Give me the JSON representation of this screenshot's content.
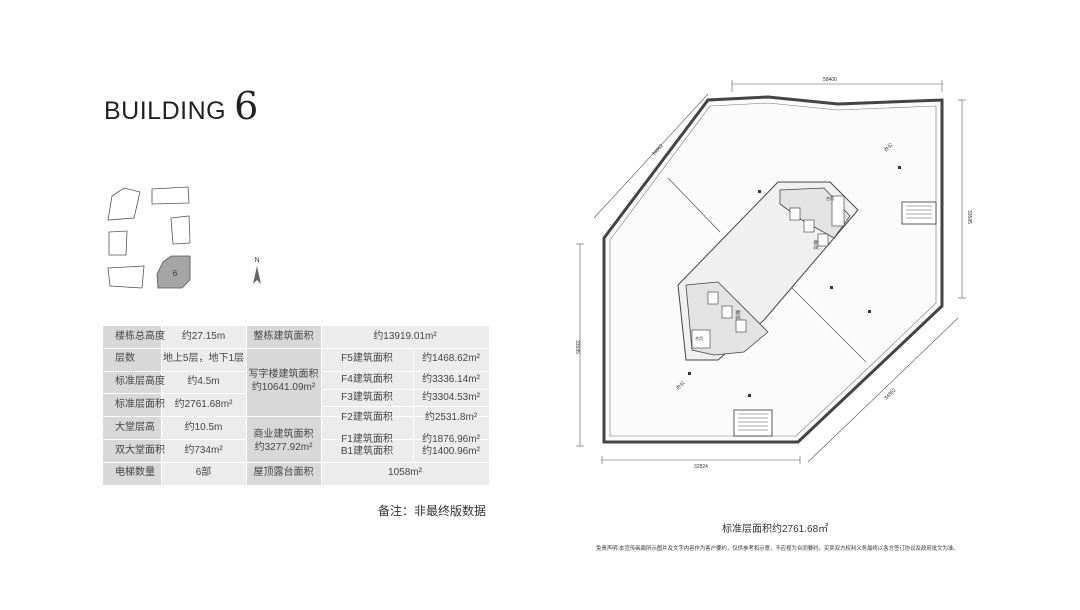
{
  "header": {
    "title_word": "BUILDING",
    "title_number": "6"
  },
  "site_plan": {
    "highlight_label": "6"
  },
  "compass": {
    "north_label": "N"
  },
  "spec_table": {
    "rows": [
      {
        "label": "楼栋总高度",
        "value": "约27.15m",
        "label2": "整栋建筑面积",
        "value2": "约13919.01m²"
      },
      {
        "label": "层数",
        "value": "地上5层，地下1层",
        "label2": "F5建筑面积",
        "value2": "约1468.62m²"
      },
      {
        "label": "标准层高度",
        "value": "约4.5m",
        "label2": "F4建筑面积",
        "value2": "约3336.14m²"
      },
      {
        "label": "",
        "value": "",
        "label2": "F3建筑面积",
        "value2": "约3304.53m²"
      },
      {
        "label": "标准层面积",
        "value": "约2761.68m²",
        "label2": "F2建筑面积",
        "value2": "约2531.8m²"
      },
      {
        "label": "大堂层高",
        "value": "约10.5m",
        "label2": "F1建筑面积",
        "value2": "约1876.96m²"
      },
      {
        "label": "双大堂面积",
        "value": "约734m²",
        "label2": "B1建筑面积",
        "value2": "约1400.96m²"
      },
      {
        "label": "电梯数量",
        "value": "6部",
        "label2": "屋顶露台面积",
        "value2": "1058m²"
      }
    ],
    "office_area": {
      "line1": "写字楼建筑面积",
      "line2": "约10641.09m²"
    },
    "commercial_area": {
      "line1": "商业建筑面积",
      "line2": "约3277.92m²"
    }
  },
  "note": "备注：非最终版数据",
  "floor_plan": {
    "dims": {
      "top": "58400",
      "right": "33585",
      "left": "33585",
      "bottom": "32824",
      "upper_left_diag": "34862",
      "lower_right_diag": "34862"
    },
    "room_label": "办公",
    "lift_label": "货梯",
    "core_label": "合用"
  },
  "standard_floor_area": "标准层面积约2761.68㎡",
  "disclaimer": "免责声明:本宣传画面所示图片及文字内容作为客户要约，仅供参考和示意，不应视为合同要约。买卖双方权利义务最终以各方签订协议及政府批文为准。"
}
